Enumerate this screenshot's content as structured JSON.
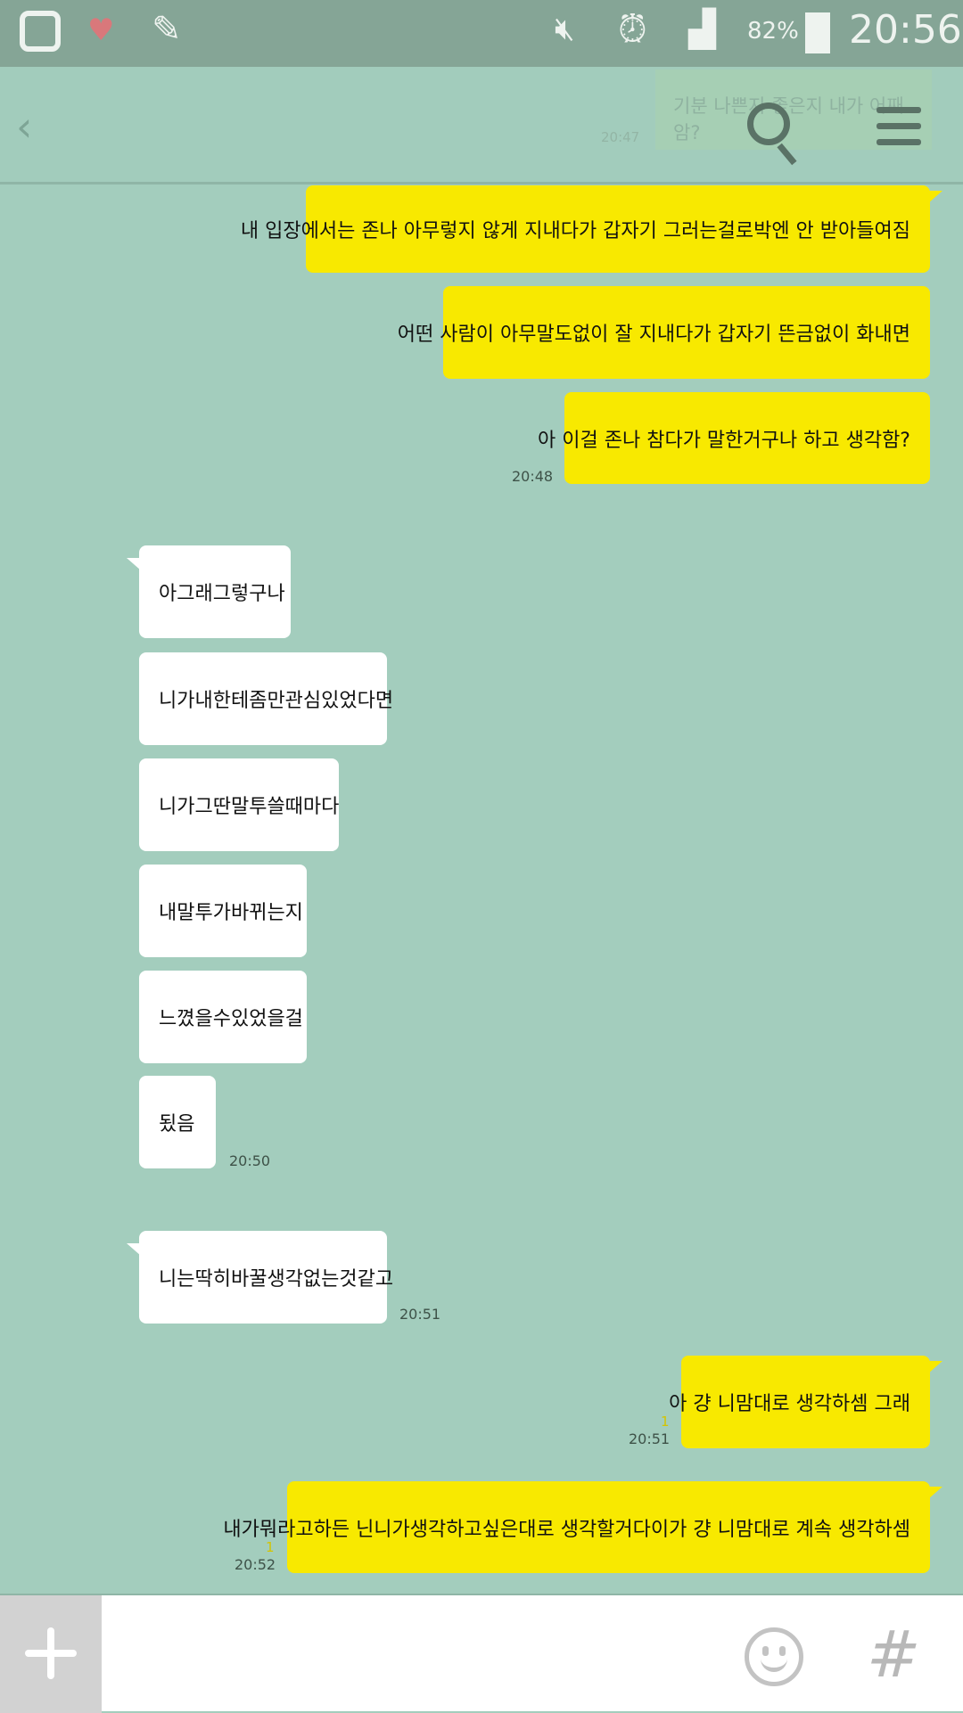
{
  "status_bar": {
    "battery": "82%",
    "time": "20:56",
    "icons": [
      "carrier-logo-icon",
      "hearts-icon",
      "pencil-icon",
      "mute-icon",
      "alarm-icon",
      "signal-icon",
      "battery-icon"
    ]
  },
  "header": {
    "ghost_message": "기분 나쁜지 좋은지 내가 어째암?",
    "ghost_time": "20:47",
    "icons": [
      "back-icon",
      "search-icon",
      "menu-icon"
    ]
  },
  "messages": [
    {
      "side": "me",
      "text": "내 입장에서는 존나 아무렇지 않게 지내다가 갑자기 그러는걸로박엔 안 받아들여짐"
    },
    {
      "side": "me",
      "text": "어떤 사람이 아무말도없이 잘 지내다가 갑자기 뜬금없이 화내면"
    },
    {
      "side": "me",
      "text": "아 이걸 존나 참다가 말한거구나 하고 생각함?",
      "time": "20:48"
    },
    {
      "side": "you",
      "text": "아그래그렇구나"
    },
    {
      "side": "you",
      "text": "니가내한테좀만관심있었다면"
    },
    {
      "side": "you",
      "text": "니가그딴말투쓸때마다"
    },
    {
      "side": "you",
      "text": "내말투가바뀌는지"
    },
    {
      "side": "you",
      "text": "느꼈을수있었을걸"
    },
    {
      "side": "you",
      "text": "됬음",
      "time": "20:50"
    },
    {
      "side": "you",
      "text": "니는딱히바꿀생각없는것같고",
      "time": "20:51"
    },
    {
      "side": "me",
      "text": "아 걍 니맘대로 생각하셈 그래",
      "time": "20:51",
      "unread": "1"
    },
    {
      "side": "me",
      "text": "내가뭐라고하든 닌니가생각하고싶은대로 생각할거다이가 걍 니맘대로 계속 생각하셈",
      "time": "20:52",
      "unread": "1"
    }
  ],
  "input_bar": {
    "icons": [
      "plus-icon",
      "emoji-icon",
      "hash-icon"
    ]
  },
  "colors": {
    "background": "#a3cdbd",
    "my_bubble": "#f8e900",
    "their_bubble": "#ffffff",
    "status_bar": "#85a596"
  }
}
